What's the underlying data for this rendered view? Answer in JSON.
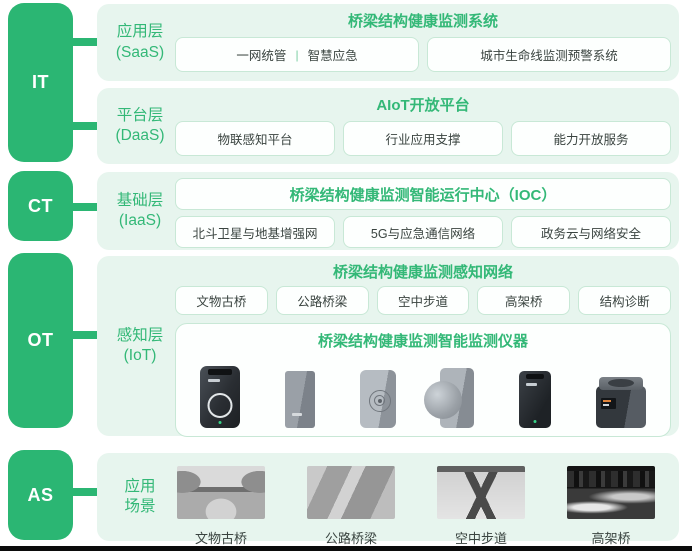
{
  "sidebar": {
    "blocks": [
      {
        "label": "IT"
      },
      {
        "label": "CT"
      },
      {
        "label": "OT"
      },
      {
        "label": "AS"
      }
    ]
  },
  "layers": {
    "saas": {
      "name_line1": "应用层",
      "name_line2": "(SaaS)",
      "title": "桥梁结构健康监测系统",
      "box1_left": "一网统管",
      "box1_divider": "|",
      "box1_right": "智慧应急",
      "box2": "城市生命线监测预警系统"
    },
    "daas": {
      "name_line1": "平台层",
      "name_line2": "(DaaS)",
      "title": "AIoT开放平台",
      "boxes": [
        "物联感知平台",
        "行业应用支撑",
        "能力开放服务"
      ]
    },
    "iaas": {
      "name_line1": "基础层",
      "name_line2": "(IaaS)",
      "title": "桥梁结构健康监测智能运行中心（IOC）",
      "boxes": [
        "北斗卫星与地基增强网",
        "5G与应急通信网络",
        "政务云与网络安全"
      ]
    },
    "iot": {
      "name_line1": "感知层",
      "name_line2": "(IoT)",
      "network_title": "桥梁结构健康监测感知网络",
      "network_boxes": [
        "文物古桥",
        "公路桥梁",
        "空中步道",
        "高架桥",
        "结构诊断"
      ],
      "instruments_title": "桥梁结构健康监测智能监测仪器",
      "device_icons": [
        "dark-sensor-with-ring-icon",
        "gray-sensor-box-icon",
        "silver-sensor-dial-icon",
        "disc-mounted-sensor-icon",
        "dark-slim-sensor-icon",
        "cube-sensor-icon"
      ]
    },
    "scenes": {
      "name_line1": "应用",
      "name_line2": "场景",
      "photos": [
        {
          "caption": "文物古桥"
        },
        {
          "caption": "公路桥梁"
        },
        {
          "caption": "空中步道"
        },
        {
          "caption": "高架桥"
        }
      ]
    }
  },
  "colors": {
    "accent_green": "#2BB673",
    "title_green": "#33B877",
    "row_background": "#E7F5EE",
    "box_border": "#C8E8D6",
    "bottom_bar": "#0B0B0B"
  }
}
